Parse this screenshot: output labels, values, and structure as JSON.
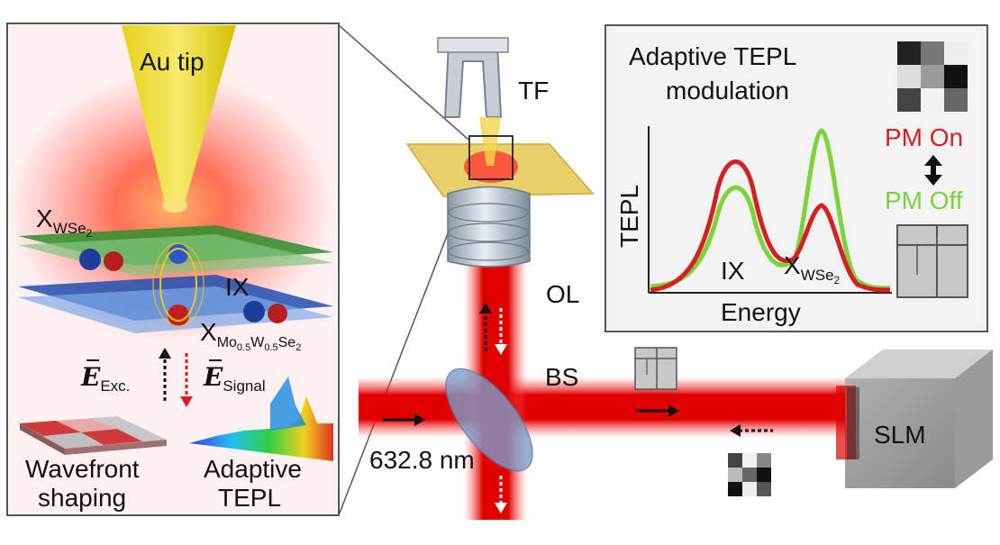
{
  "labels": {
    "au_tip": "Au tip",
    "x_wse2": "X",
    "x_wse2_sub": "WSe",
    "x_wse2_sub2": "2",
    "ix": "IX",
    "x_mowse": "X",
    "x_mowse_sub": "Mo",
    "x_mowse_sub_a": "0.5",
    "x_mowse_sub_b": "W",
    "x_mowse_sub_c": "0.5",
    "x_mowse_sub_d": "Se",
    "x_mowse_sub_e": "2",
    "e_exc": "E",
    "e_exc_sub": "Exc.",
    "e_signal": "E",
    "e_signal_sub": "Signal",
    "wavefront_1": "Wavefront",
    "wavefront_2": "shaping",
    "adaptive_1": "Adaptive",
    "adaptive_2": "TEPL",
    "tf": "TF",
    "ol": "OL",
    "bs": "BS",
    "wavelength": "632.8 nm",
    "slm": "SLM"
  },
  "inset": {
    "title_1": "Adaptive TEPL",
    "title_2": "modulation",
    "y_label": "TEPL",
    "x_label": "Energy",
    "peak_ix": "IX",
    "peak_x": "X",
    "peak_x_sub": "WSe",
    "peak_x_sub2": "2",
    "pm_on": "PM On",
    "pm_off": "PM Off",
    "colors": {
      "pm_on": "#d42020",
      "pm_off": "#7ed23a"
    }
  },
  "colors": {
    "laser": "#e00000",
    "tip": "#d9c200",
    "panel_border": "#555555"
  }
}
